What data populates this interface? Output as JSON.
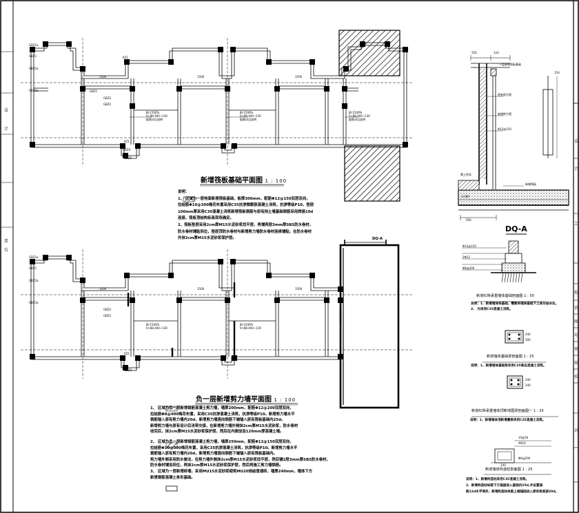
{
  "plans": {
    "raft": {
      "title": "新增筏板基础平面图",
      "scale": "1 : 100",
      "notes_heading": "说明：",
      "notes": [
        "1、    区域为一层地面新增筏板基础，板厚300mm，配筋Φ12@150双层双向，",
        "拉结筋Φ10@300梅花布置采用C35抗渗微膨胀混凝土浇筑，抗渗等级P10，垫层",
        "100mm厚采用C30混凝土浇筑新增筏板钢筋与原有挡土墙基础钢筋采用焊接10d",
        "连接，筏板顶结构标高现场确定。",
        "2、筏板垫层采用2cm厚M15水泥砂浆找平层，再铺两层3mm厚SBS防水卷材，",
        "防水卷材铺贴到位，垫层顶防水卷材与新增剪力墙防水卷材连续铺贴，在防水卷材",
        "外抹2cm厚M15水泥砂浆保护层。"
      ]
    },
    "shearwall": {
      "title": "负一层新增剪力墙平面图",
      "scale": "1 : 100",
      "notes_heading": "说明：",
      "notes_1": [
        "1、    区域为负一层新增钢筋混凝土剪力墙，墙厚200mm，配筋Φ12@200双层双向，",
        "拉结筋Φ8@400梅花布置，采用C35抗渗混凝土浇筑，抗渗等级P10。新增剪力墙水平",
        "钢筋锚入原有剪力墙内20d，新增剪力墙竖向钢筋下端锚入原有筏板基础内25d。",
        "新增剪力墙与原有设计后浇带交接，在新增剪力墙外侧抹2cm厚M15水泥砂浆，防水卷材",
        "收完后，抹2cm厚M15水泥砂浆保护层，然后在内侧加设120mm厚混凝土墙。"
      ],
      "notes_2": [
        "2、    区域为负一层新增钢筋混凝土剪力墙，墙厚250mm，配筋Φ12@150双层双向，",
        "拉结筋Φ10@300梅花布置，采用C35抗渗混凝土浇筑，抗渗等级P10。新增剪力墙水平",
        "钢筋锚入原有剪力墙内20d，新增剪力墙竖向钢筋下端锚入原有筏板基础内。",
        "剪力墙外侧采用防水做法，在剪力墙外侧抹2cm厚M15水泥砂浆找平层，然后铺2层3mm厚SBS防水卷材，",
        "防水卷材铺设到位，再抹2cm厚M15水泥砂浆保护层，然后再施工剪力墙钢筋。"
      ],
      "notes_3": [
        "3、    区域为一层新增砖墙，采用MU15水泥砂浆砌筑MU20烧结普通砖，墙厚240mm，墙体下方",
        "新增钢筋混凝土条形基础。"
      ]
    }
  },
  "labels": {
    "gbz": [
      "GBZ1",
      "GBZ2",
      "GBZ3",
      "GBZ4",
      "GBZ1a",
      "GBZ2a",
      "GBZ3a"
    ],
    "kz": "KZ1",
    "dim_1500": "1500",
    "raft_tag": [
      "JB-1500%",
      "hr:B8-400~130",
      "配筋详见说明"
    ],
    "dqa_marker": "DQ-A"
  },
  "details": {
    "dqa": {
      "title": "DQ-A",
      "dims": [
        "250",
        "12d",
        "500",
        "15d"
      ],
      "labels": [
        "一层新增筏板基础",
        "原有剪力墙",
        "新增剪力墙",
        "Φ12@150",
        "素土夯实",
        "-3.300",
        "新增筏板"
      ]
    },
    "brick_found": {
      "title": "新增红砖承重墙体基础剖面图",
      "scale": "1 : 50",
      "notes": [
        "说明：1、新增墙体条基础，需要将墙体基础下土体分层夯实。",
        "2、     为采用C35混凝土浇筑。"
      ],
      "labels": [
        "Φ12@150",
        "2Φ12",
        "Φ8@200"
      ]
    },
    "beam_section": {
      "title": "新增墙体基础梁剖面图",
      "scale": "1 : 25",
      "notes": [
        "说明：1、新增墙体基础梁采用C35商品混凝土浇筑。"
      ],
      "labels": [
        "240",
        "300"
      ]
    },
    "ring_beam": {
      "title": "新增红砖承重墙体顶新增圈梁剖面图一",
      "scale": "1 : 25",
      "notes": [
        "说明：1、新增墙体顶新增圈梁采用C35混凝土浇筑。"
      ],
      "labels": [
        "240",
        "240"
      ]
    },
    "column": {
      "title": "新增墙体构造柱剖面图",
      "scale": "1 : 25",
      "notes": [
        "说明：1、新增构造柱采用C35混凝土浇筑。",
        "2、新增构造柱纵筋下方锚固进入基础内25d,并设置锚",
        "筋12d水平弯折，新增构造柱纵筋上端锚固进入原有梁底部20d。"
      ],
      "labels": [
        "10@50",
        "4Φ12",
        "Φ6@200",
        "240"
      ]
    }
  },
  "titleblock": {
    "chars": [
      "设",
      "计",
      "工",
      "程",
      "说",
      "图",
      "号",
      "审",
      "核",
      "校",
      "对"
    ]
  },
  "margin_chars": [
    "设",
    "计",
    "单",
    "位"
  ]
}
